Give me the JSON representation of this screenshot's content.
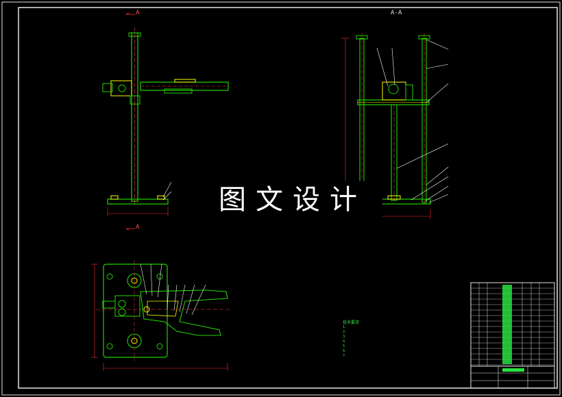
{
  "drawing": {
    "watermark": "图文设计",
    "section_labels": {
      "section_a_a": "A-A",
      "arrow_a_top": "A",
      "arrow_a_bottom": "A"
    },
    "technical_requirements": {
      "title": "技术要求",
      "lines": [
        "1. ",
        "2. ",
        "3. ",
        "4. ",
        "5. ",
        "6. ",
        "7. "
      ]
    }
  },
  "colors": {
    "frame": "#e6e6e6",
    "part": "#22d400",
    "highlight": "#ffff00",
    "dimension": "#ff3030",
    "leader": "#ffffff",
    "centerline": "#ff4040",
    "table_fill": "#28e040"
  }
}
